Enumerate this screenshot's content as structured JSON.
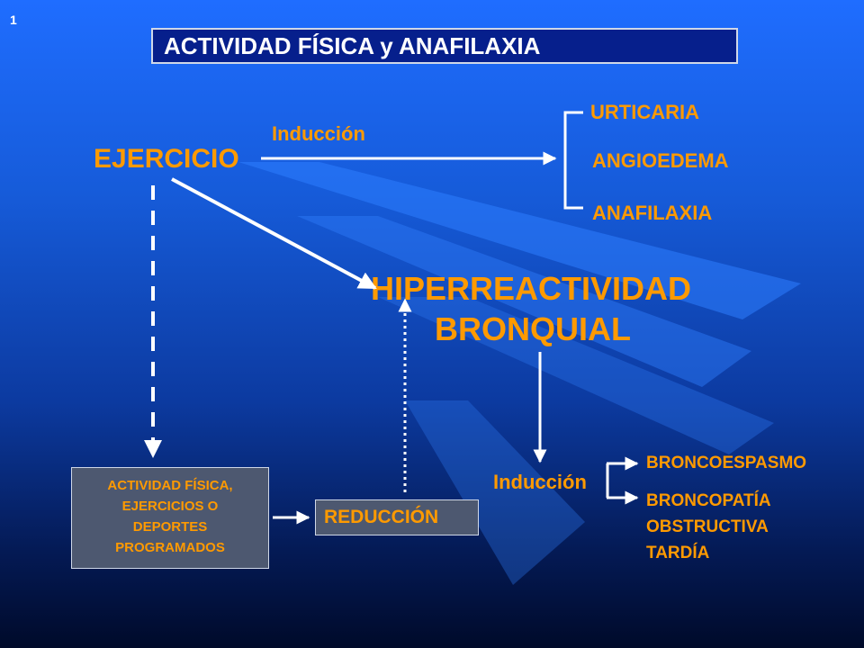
{
  "slide_number": "1",
  "title": "ACTIVIDAD FÍSICA y ANAFILAXIA",
  "colors": {
    "accent_text": "#ff9a00",
    "title_box": "#061f8c",
    "box_fill": "#4d5870",
    "arrow": "#ffffff"
  },
  "diagram": {
    "ejercicio": "EJERCICIO",
    "induccion_top": "Inducción",
    "reactions": [
      "URTICARIA",
      "ANGIOEDEMA",
      "ANAFILAXIA"
    ],
    "hiper_line1": "HIPERREACTIVIDAD",
    "hiper_line2": "BRONQUIAL",
    "induccion_bottom": "Inducción",
    "outcome_1": "BRONCOESPASMO",
    "outcome_2": "BRONCOPATÍA\nOBSTRUCTIVA\nTARDÍA",
    "actividad_box": "ACTIVIDAD FÍSICA,\nEJERCICIOS O\nDEPORTES\nPROGRAMADOS",
    "reduccion_box": "REDUCCIÓN"
  }
}
